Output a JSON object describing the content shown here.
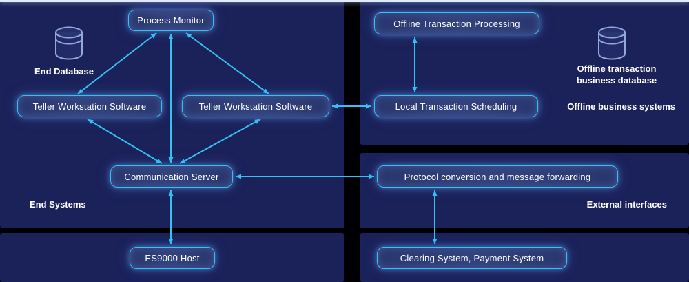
{
  "diagram": {
    "nodes": {
      "process_monitor": {
        "label": "Process Monitor"
      },
      "teller_workstation_left": {
        "label": "Teller Workstation Software"
      },
      "teller_workstation_right": {
        "label": "Teller Workstation Software"
      },
      "communication_server": {
        "label": "Communication Server"
      },
      "offline_transaction_processing": {
        "label": "Offline Transaction Processing"
      },
      "local_transaction_scheduling": {
        "label": "Local Transaction Scheduling"
      },
      "protocol_conversion": {
        "label": "Protocol conversion and message forwarding"
      },
      "es9000_host": {
        "label": "ES9000 Host"
      },
      "clearing_system": {
        "label": "Clearing System, Payment System"
      }
    },
    "labels": {
      "end_database": "End Database",
      "end_systems": "End Systems",
      "offline_db": "Offline transaction business database",
      "offline_business_systems": "Offline business systems",
      "external_interfaces": "External interfaces"
    },
    "colors": {
      "accent": "#35c1f1",
      "panel": "#1b2159",
      "background": "#000004",
      "db_icon_stroke": "#93a9dd",
      "text": "#ffffff",
      "divider": "#e2ebf9"
    }
  }
}
